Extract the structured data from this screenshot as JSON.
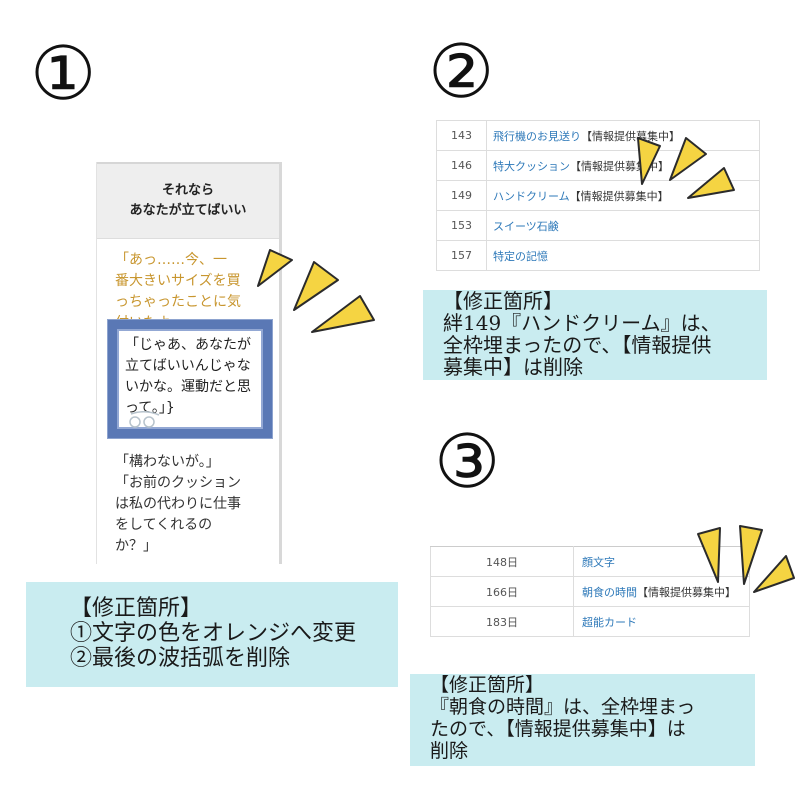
{
  "accent_colors": {
    "orange_text": "#c8962f",
    "note_background": "#c9ecf0",
    "sparkle_yellow": "#f5d442",
    "link_blue": "#2e79b9",
    "highlight_frame": "#5a78b5"
  },
  "panel1": {
    "number": "①",
    "header_lines": [
      "それなら",
      "あなたが立てばいい"
    ],
    "orange_lines": [
      "「あっ……今、一",
      "番大きいサイズを買",
      "っちゃったことに気",
      "付いたよ…"
    ],
    "highlight_lines": [
      "「じゃあ、あなたが",
      "立てばいいんじゃな",
      "いかな。運動だと思",
      "って。」}"
    ],
    "black_lines": [
      "「構わないが。」",
      "「お前のクッション",
      "は私の代わりに仕事",
      "をしてくれるの",
      "か？」"
    ],
    "note_lines": [
      "【修正箇所】",
      "①文字の色をオレンジへ変更",
      "②最後の波括弧を削除"
    ]
  },
  "panel2": {
    "number": "②",
    "rows": [
      {
        "num": "143",
        "title": "飛行機のお見送り",
        "tag": "【情報提供募集中】"
      },
      {
        "num": "146",
        "title": "特大クッション",
        "tag": "【情報提供募集中】"
      },
      {
        "num": "149",
        "title": "ハンドクリーム",
        "tag": "【情報提供募集中】"
      },
      {
        "num": "153",
        "title": "スイーツ石鹸",
        "tag": ""
      },
      {
        "num": "157",
        "title": "特定の記憶",
        "tag": ""
      }
    ],
    "note_lines": [
      "【修正箇所】",
      "絆149『ハンドクリーム』は、",
      "全枠埋まったので、【情報提供",
      "募集中】は削除"
    ]
  },
  "panel3": {
    "number": "③",
    "rows": [
      {
        "num": "148日",
        "title": "顔文字",
        "tag": ""
      },
      {
        "num": "166日",
        "title": "朝食の時間",
        "tag": "【情報提供募集中】"
      },
      {
        "num": "183日",
        "title": "超能カード",
        "tag": ""
      }
    ],
    "note_lines": [
      "【修正箇所】",
      "『朝食の時間』は、全枠埋まっ",
      "たので、【情報提供募集中】は",
      "削除"
    ]
  }
}
